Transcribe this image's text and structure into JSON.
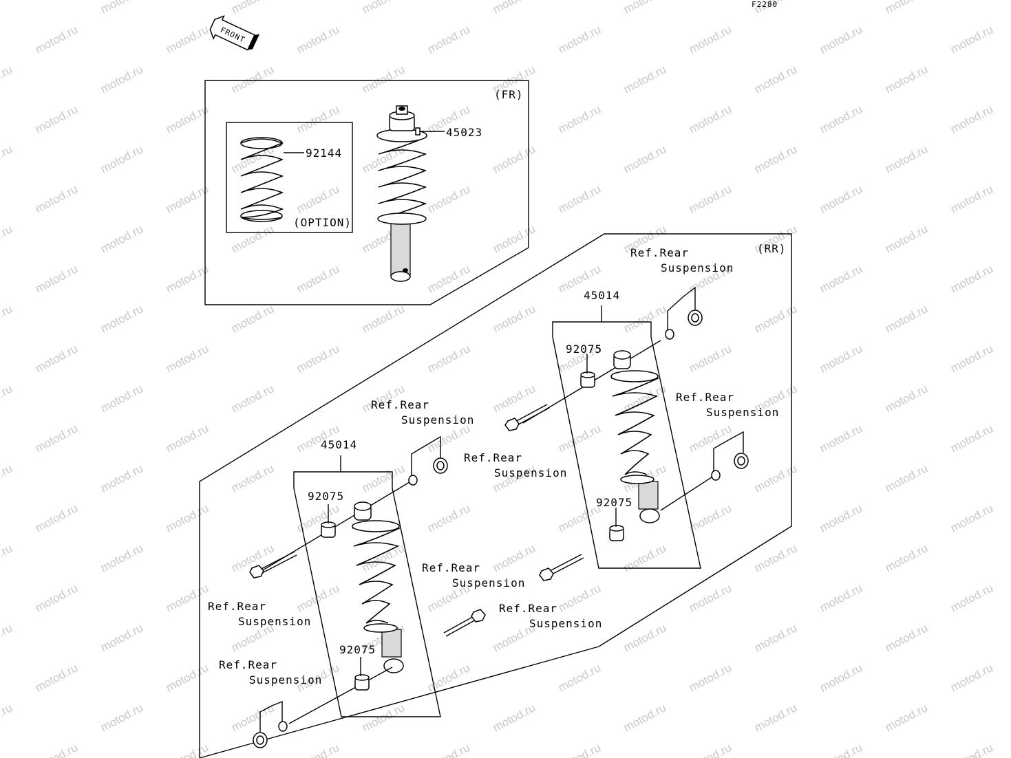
{
  "diagram_code": "F2280",
  "front_arrow_text": "FRONT",
  "watermark": "motod.ru",
  "front_group": {
    "label": "(FR)",
    "option_label": "(OPTION)",
    "parts": {
      "spring": "92144",
      "shock": "45023"
    }
  },
  "rear_group": {
    "label": "(RR)",
    "parts": {
      "shock": "45014",
      "bushing": "92075"
    }
  },
  "reference": {
    "line1": "Ref.Rear",
    "line2": "Suspension"
  }
}
